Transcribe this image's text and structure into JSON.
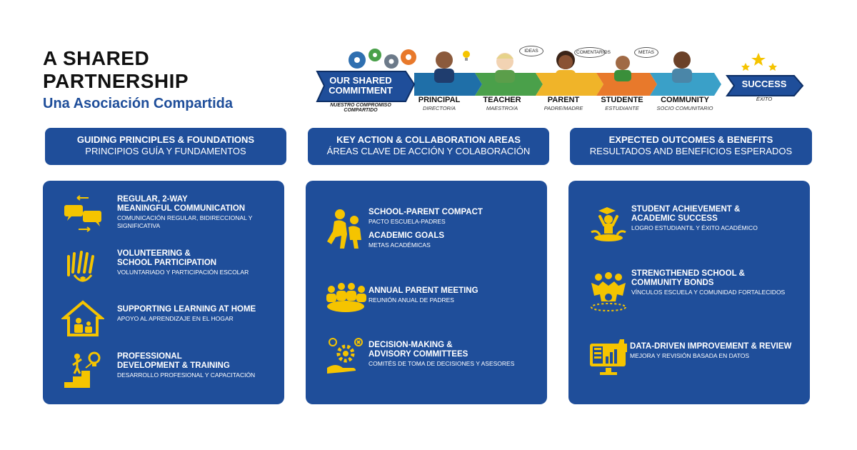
{
  "title": {
    "main_line1": "A SHARED",
    "main_line2": "PARTNERSHIP",
    "subtitle": "Una Asociación Compartida"
  },
  "journey": {
    "start": {
      "line1": "OUR SHARED",
      "line2": "COMMITMENT",
      "sub": "NUESTRO COMPROMISO COMPARTIDO"
    },
    "nodes": [
      {
        "label": "PRINCIPAL",
        "sub": "DIRECTOR/A",
        "color": "#1f6fa8"
      },
      {
        "label": "TEACHER",
        "sub": "MAESTRO/A",
        "color": "#4aa04a"
      },
      {
        "label": "PARENT",
        "sub": "PADRE/MADRE",
        "color": "#f0b429"
      },
      {
        "label": "STUDENTE",
        "sub": "ESTUDIANTE",
        "color": "#e8792b"
      },
      {
        "label": "COMMUNITY",
        "sub": "SOCIO COMUNITARIO",
        "color": "#3aa0c8"
      }
    ],
    "bubbles": [
      "IDEAS",
      "COMENTARIOS",
      "METAS"
    ],
    "end": {
      "label": "SUCCESS",
      "sub": "ÉXITO"
    },
    "colors": {
      "navy": "#1f4e9a",
      "gold": "#f5c400"
    }
  },
  "columns": [
    {
      "header_en": "GUIDING PRINCIPLES & FOUNDATIONS",
      "header_es": "PRINCIPIOS GUÍA Y FUNDAMENTOS",
      "items": [
        {
          "icon": "chat-bubbles-icon",
          "en": [
            "REGULAR, 2-WAY",
            "MEANINGFUL COMMUNICATION"
          ],
          "es": [
            "COMUNICACIÓN REGULAR, BIDIRECCIONAL Y",
            "SIGNIFICATIVA"
          ]
        },
        {
          "icon": "raised-hands-icon",
          "en": [
            "VOLUNTEERING &",
            "SCHOOL PARTICIPATION"
          ],
          "es": [
            "VOLUNTARIADO Y PARTICIPACIÓN ESCOLAR"
          ]
        },
        {
          "icon": "home-learning-icon",
          "en": [
            "SUPPORTING LEARNING AT HOME"
          ],
          "es": [
            "APOYO AL APRENDIZAJE EN EL HOGAR"
          ]
        },
        {
          "icon": "stairs-growth-icon",
          "en": [
            "PROFESSIONAL",
            "DEVELOPMENT & TRAINING"
          ],
          "es": [
            "DESARROLLO PROFESIONAL Y CAPACITACIÓN"
          ]
        }
      ]
    },
    {
      "header_en": "KEY ACTION & COLLABORATION AREAS",
      "header_es": "ÁREAS CLAVE DE ACCIÓN Y COLABORACIÓN",
      "items": [
        {
          "icon": "parent-child-icon",
          "en": [
            "SCHOOL-PARENT COMPACT"
          ],
          "es": [
            "PACTO ESCUELA-PADRES"
          ],
          "en2": [
            "ACADEMIC GOALS"
          ],
          "es2": [
            "METAS ACADÉMICAS"
          ]
        },
        {
          "icon": "meeting-table-icon",
          "en": [
            "ANNUAL PARENT MEETING"
          ],
          "es": [
            "REUNIÓN ANUAL DE PADRES"
          ]
        },
        {
          "icon": "decision-gear-icon",
          "en": [
            "DECISION-MAKING &",
            "ADVISORY COMMITTEES"
          ],
          "es": [
            "COMITÉS DE TOMA DE DECISIONES Y ASESORES"
          ]
        }
      ]
    },
    {
      "header_en": "EXPECTED OUTCOMES & BENEFITS",
      "header_es": "RESULTADOS AND BENEFICIOS ESPERADOS",
      "items": [
        {
          "icon": "graduate-celebration-icon",
          "en": [
            "STUDENT ACHIEVEMENT &",
            "ACADEMIC SUCCESS"
          ],
          "es": [
            "LOGRO ESTUDIANTIL Y ÉXITO ACADÉMICO"
          ]
        },
        {
          "icon": "community-group-icon",
          "en": [
            "STRENGTHENED SCHOOL &",
            "COMMUNITY BONDS"
          ],
          "es": [
            "VÍNCULOS ESCUELA Y COMUNIDAD FORTALECIDOS"
          ]
        },
        {
          "icon": "data-monitor-icon",
          "en": [
            "DATA-DRIVEN IMPROVEMENT & REVIEW"
          ],
          "es": [
            "MEJORA Y REVISIÓN BASADA EN DATOS"
          ]
        }
      ]
    }
  ]
}
